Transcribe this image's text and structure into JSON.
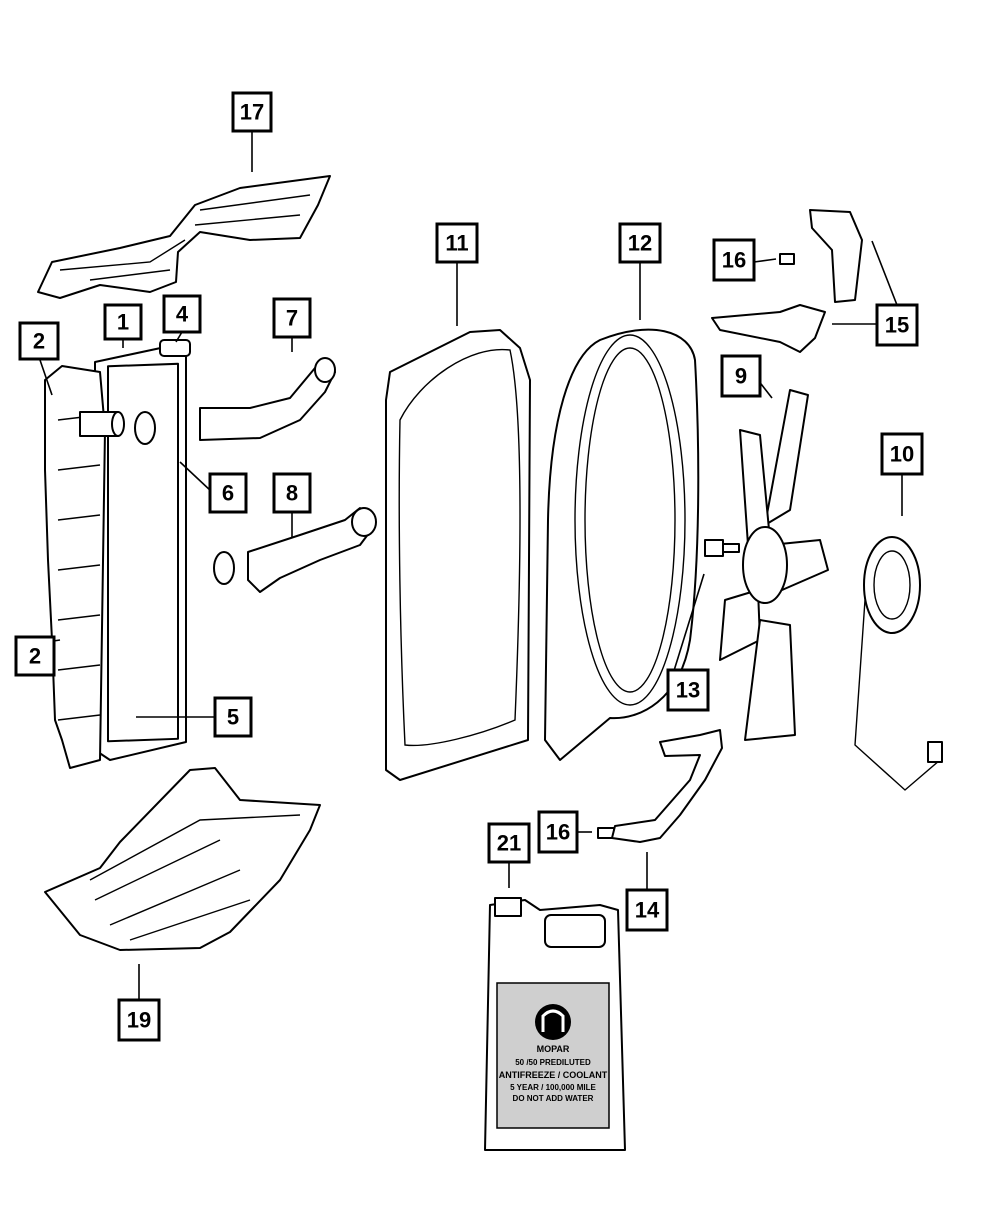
{
  "callouts": {
    "c1": "1",
    "c2a": "2",
    "c2b": "2",
    "c4": "4",
    "c5": "5",
    "c6": "6",
    "c7": "7",
    "c8": "8",
    "c9": "9",
    "c10": "10",
    "c11": "11",
    "c12": "12",
    "c13": "13",
    "c14": "14",
    "c15": "15",
    "c16a": "16",
    "c16b": "16",
    "c17": "17",
    "c19": "19",
    "c21": "21"
  },
  "jug_label": {
    "brand": "MOPAR",
    "line1": "50 /50 PREDILUTED",
    "line2": "ANTIFREEZE / COOLANT",
    "line3": "5 YEAR / 100,000 MILE",
    "line4": "DO NOT ADD WATER"
  }
}
